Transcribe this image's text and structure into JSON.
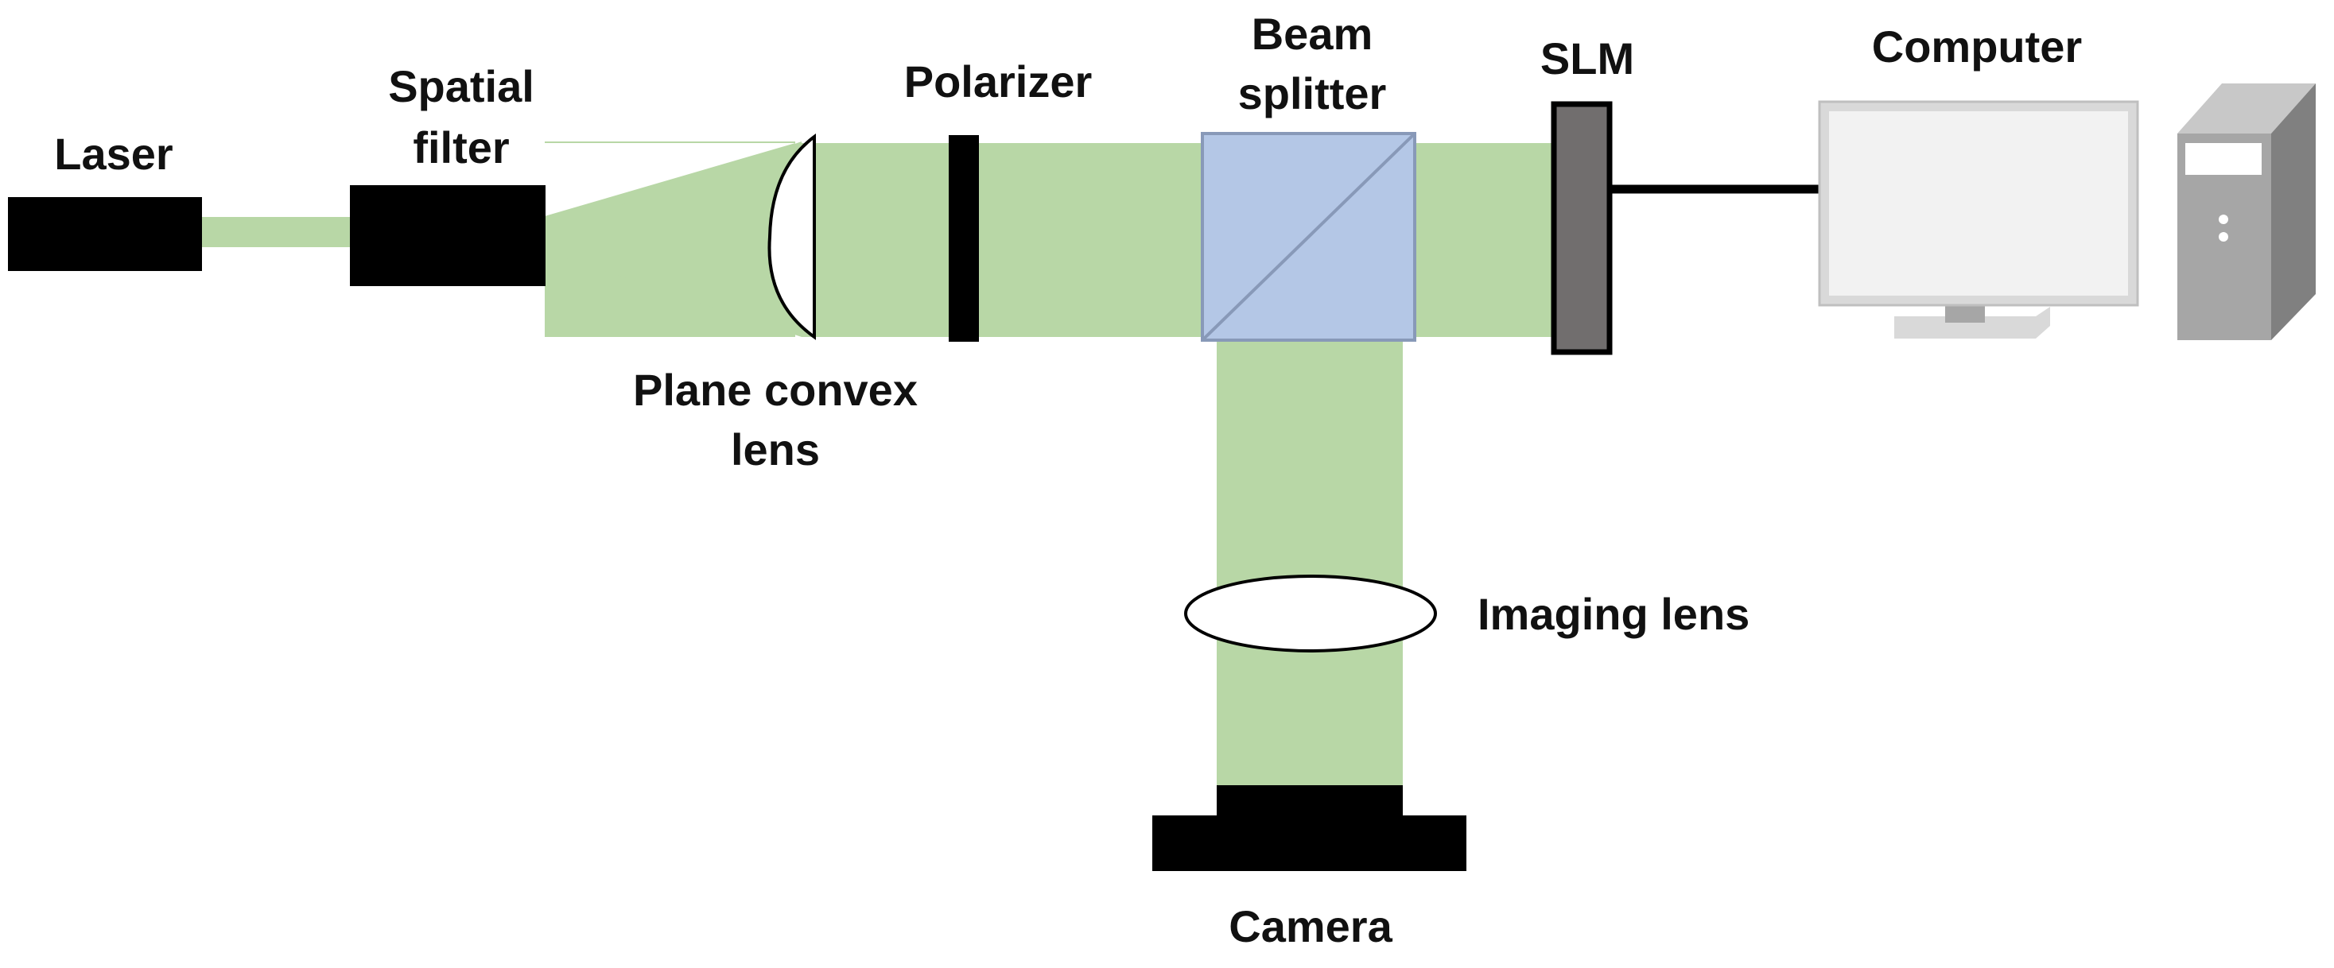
{
  "labels": {
    "laser": "Laser",
    "spatial_filter_line1": "Spatial",
    "spatial_filter_line2": "filter",
    "plane_convex_lens_line1": "Plane convex",
    "plane_convex_lens_line2": "lens",
    "polarizer": "Polarizer",
    "beam_splitter_line1": "Beam",
    "beam_splitter_line2": "splitter",
    "slm": "SLM",
    "computer": "Computer",
    "imaging_lens": "Imaging lens",
    "camera": "Camera"
  },
  "colors": {
    "beam": "#b8d7a6",
    "component": "#000000",
    "beam_splitter_fill": "#b4c7e6",
    "beam_splitter_stroke": "#8899b8",
    "slm_fill": "#716e6e",
    "monitor_frame": "#d9d9d9",
    "monitor_screen": "#f2f2f2",
    "tower_front": "#a6a6a6",
    "tower_side": "#808080",
    "tower_top": "#c8c8c8"
  }
}
